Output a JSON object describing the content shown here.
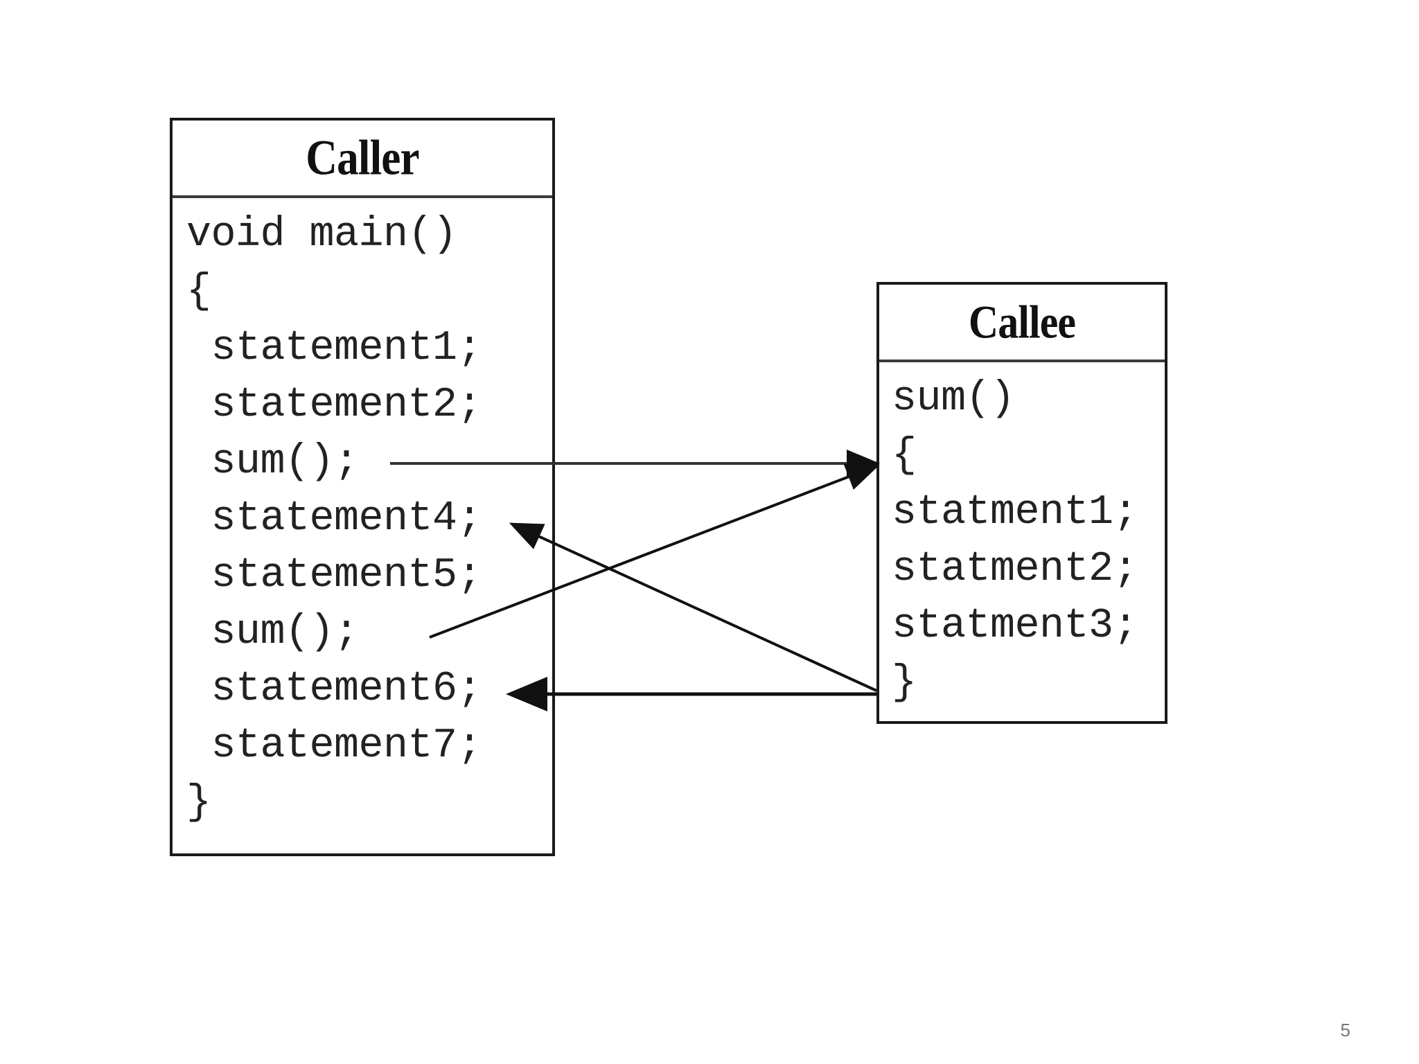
{
  "caller": {
    "title": "Caller",
    "lines": [
      "void main()",
      "{",
      " statement1;",
      " statement2;",
      " sum();",
      " statement4;",
      " statement5;",
      " sum();",
      " statement6;",
      " statement7;",
      "}"
    ]
  },
  "callee": {
    "title": "Callee",
    "lines": [
      "sum()",
      "{",
      "statment1;",
      "statment2;",
      "statment3;",
      "}"
    ]
  },
  "flows": [
    {
      "from": "caller.sum-call-1",
      "to": "callee.open-brace",
      "kind": "call"
    },
    {
      "from": "caller.sum-call-2",
      "to": "callee.open-brace",
      "kind": "call"
    },
    {
      "from": "callee.close-brace",
      "to": "caller.statement4",
      "kind": "return"
    },
    {
      "from": "callee.close-brace",
      "to": "caller.statement6",
      "kind": "return"
    }
  ],
  "footer": {
    "page_number": "5"
  },
  "colors": {
    "line": "#111111",
    "border": "#1a1a1a",
    "page_number": "#777777"
  }
}
